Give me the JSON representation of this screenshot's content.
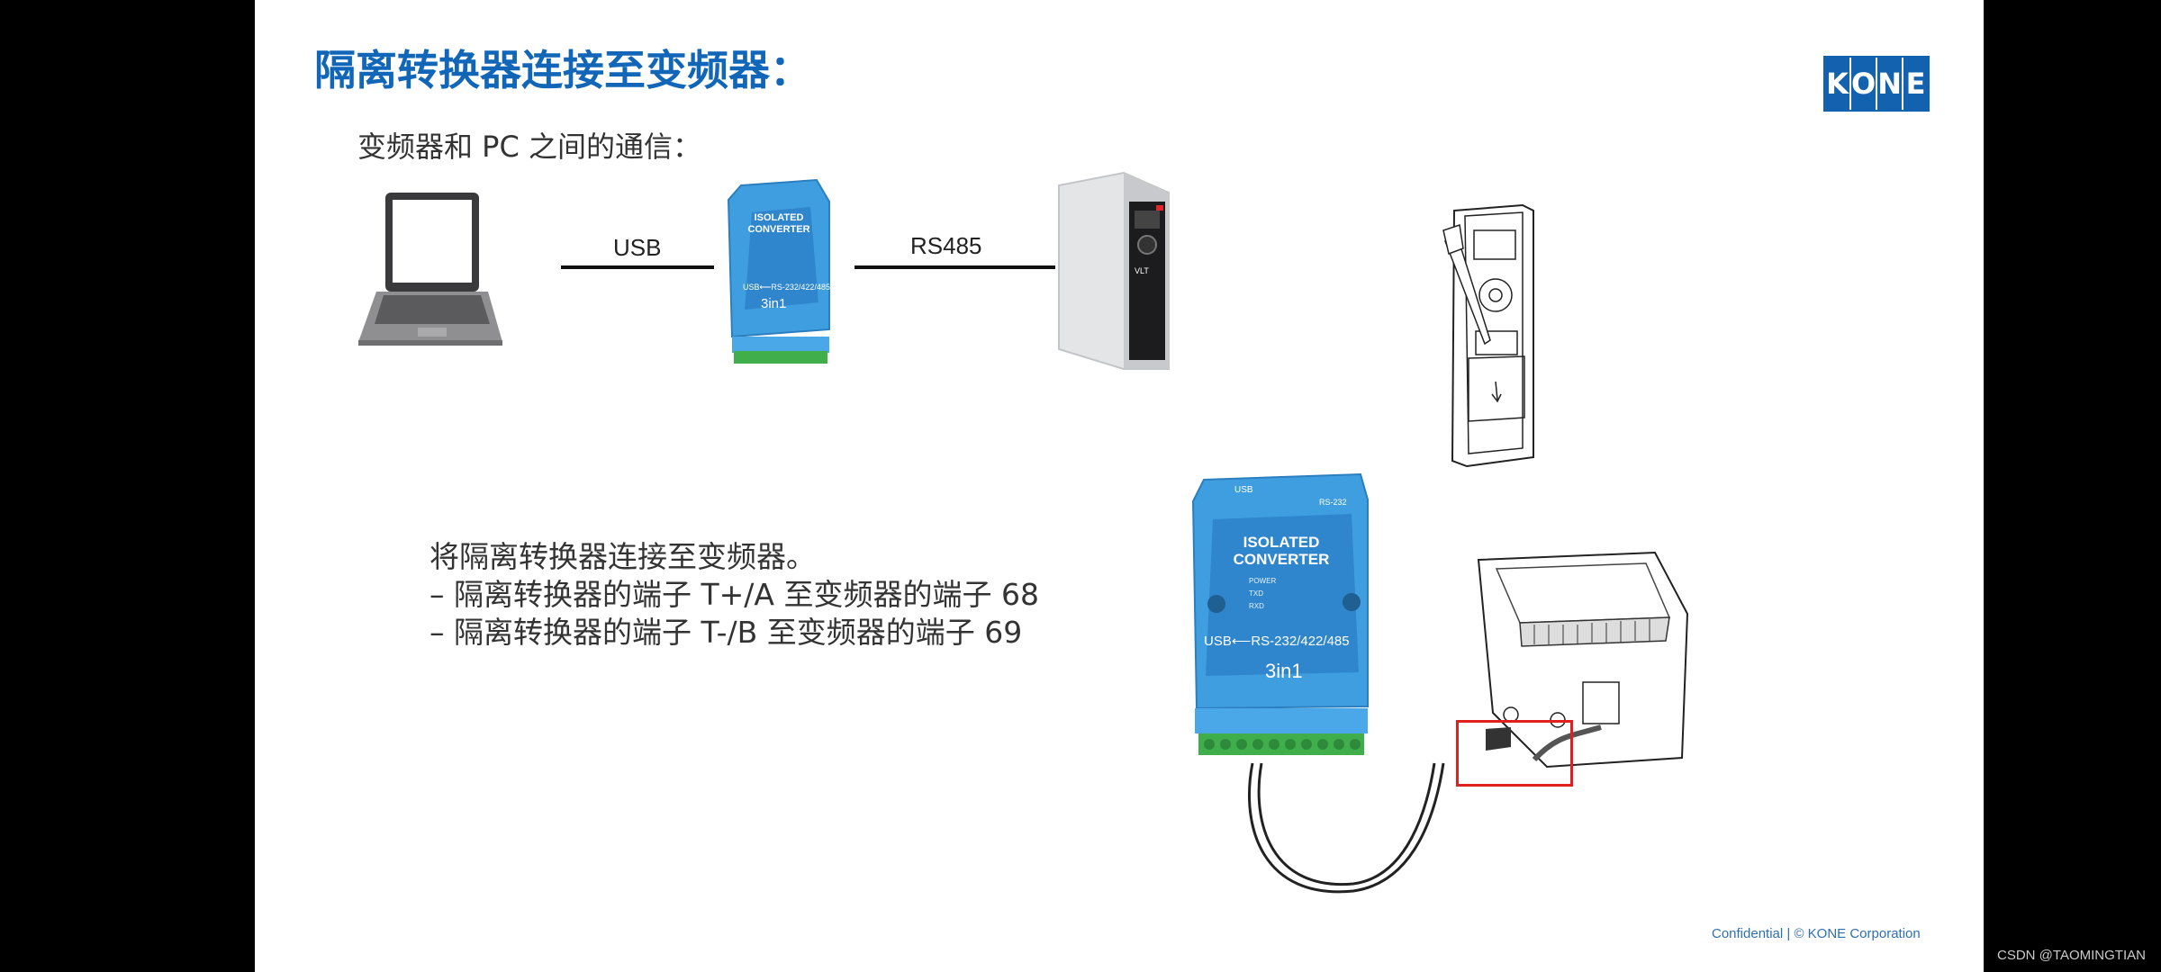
{
  "slide": {
    "title": "隔离转换器连接至变频器：",
    "subtitle": "变频器和 PC 之间的通信：",
    "logo_letters": [
      "K",
      "O",
      "N",
      "E"
    ],
    "cable_labels": {
      "usb": "USB",
      "rs485": "RS485"
    },
    "instructions": [
      "将隔离转换器连接至变频器。",
      "– 隔离转换器的端子 T+/A 至变频器的端子 68",
      "– 隔离转换器的端子 T-/B 至变频器的端子 69"
    ],
    "converter_small": {
      "line1": "ISOLATED",
      "line2": "CONVERTER",
      "ports": "USB⟵RS-232/422/485",
      "model": "3in1"
    },
    "converter_large": {
      "line1": "ISOLATED",
      "line2": "CONVERTER",
      "ports": "USB⟵RS-232/422/485",
      "model": "3in1",
      "top_left": "USB",
      "top_right": "RS-232",
      "leds": [
        "POWER",
        "TXD",
        "RXD"
      ]
    },
    "drive_label": "VLT",
    "footer": "Confidential  |  © KONE Corporation"
  },
  "watermark": "CSDN @TAOMINGTIAN",
  "colors": {
    "title": "#1166b8",
    "logo_bg": "#1262b0",
    "converter": "#3f9ee0",
    "highlight_box": "#e01f1f",
    "footer": "#2e6fb3"
  }
}
